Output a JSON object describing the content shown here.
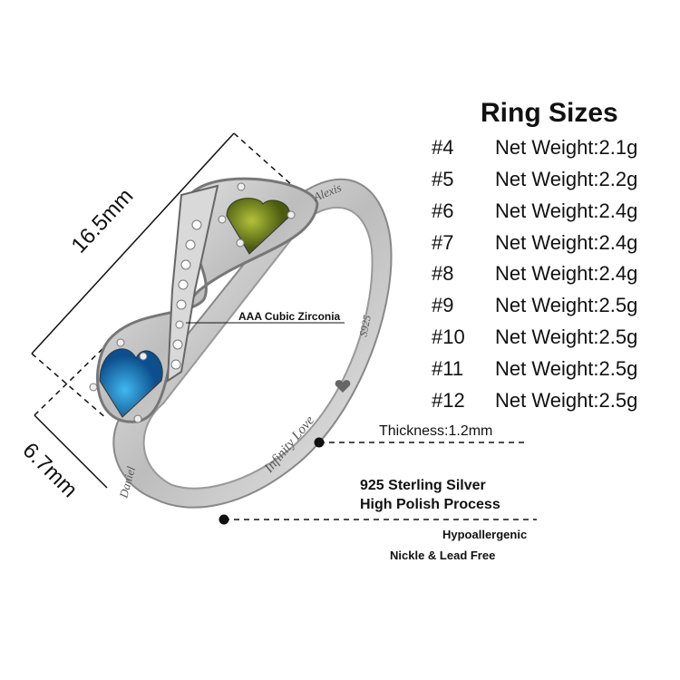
{
  "title": "Ring Sizes",
  "sizes": [
    {
      "size": "#4",
      "weight": "Net Weight:2.1g"
    },
    {
      "size": "#5",
      "weight": "Net Weight:2.2g"
    },
    {
      "size": "#6",
      "weight": "Net Weight:2.4g"
    },
    {
      "size": "#7",
      "weight": "Net Weight:2.4g"
    },
    {
      "size": "#8",
      "weight": "Net Weight:2.4g"
    },
    {
      "size": "#9",
      "weight": "Net Weight:2.5g"
    },
    {
      "size": "#10",
      "weight": "Net Weight:2.5g"
    },
    {
      "size": "#11",
      "weight": "Net Weight:2.5g"
    },
    {
      "size": "#12",
      "weight": "Net Weight:2.5g"
    }
  ],
  "dimensions": {
    "length": "16.5mm",
    "width": "6.7mm"
  },
  "annotations": {
    "stones": "AAA Cubic Zirconia",
    "thickness": "Thickness:1.2mm",
    "material": "925 Sterling Silver",
    "finish": "High Polish Process",
    "hypo": "Hypoallergenic",
    "free": "Nickle & Lead Free"
  },
  "engravings": {
    "top": "Alexis",
    "stamp": "S925",
    "middle": "Infinity Love",
    "left": "Daniel"
  },
  "colors": {
    "green_stone": "#6b7d1a",
    "blue_stone": "#1a7fc4",
    "silver": "#c8c8c8"
  }
}
